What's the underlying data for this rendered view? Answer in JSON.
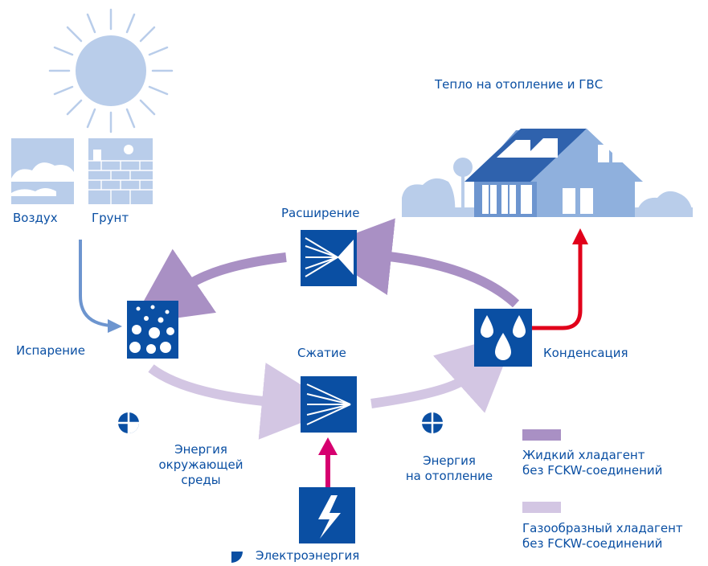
{
  "labels": {
    "air": "Воздух",
    "ground": "Грунт",
    "heat_output": "Тепло на отопление и ГВС",
    "expansion": "Расширение",
    "evaporation": "Испарение",
    "compression": "Сжатие",
    "condensation": "Конденсация",
    "env_energy_1": "Энергия",
    "env_energy_2": "окружающей",
    "env_energy_3": "среды",
    "heat_energy_1": "Энергия",
    "heat_energy_2": "на отопление",
    "electricity": "Электроэнергия"
  },
  "legend": {
    "liquid_line1": "Жидкий хладагент",
    "liquid_line2": "без FCKW-соединений",
    "gas_line1": "Газообразный хладагент",
    "gas_line2": "без FCKW-соединений"
  },
  "colors": {
    "primary_blue": "#0a4fa3",
    "liquid_refrigerant": "#a990c4",
    "gas_refrigerant": "#d3c6e3",
    "hot_water": "#e1001a",
    "electricity": "#d6006f",
    "sun": "#b9cdea",
    "house": "#6d95cf"
  }
}
